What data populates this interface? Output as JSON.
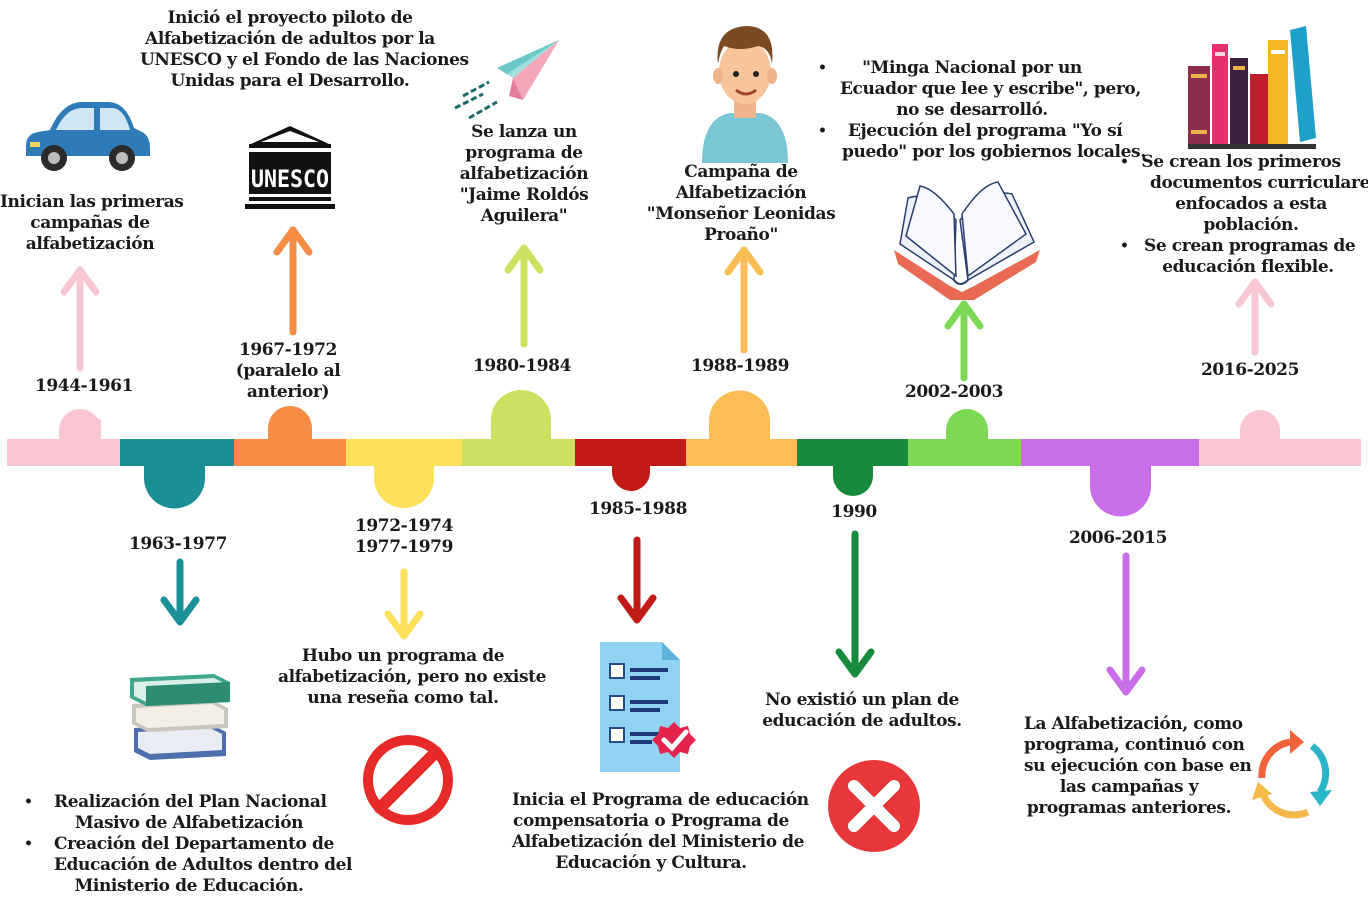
{
  "events": [
    {
      "id": "e1",
      "years": [
        "1944-1961"
      ],
      "color": "#f9c6d3",
      "text": [
        "Inician las primeras",
        "campañas de",
        "alfabetización"
      ],
      "icon": "car-icon"
    },
    {
      "id": "e2",
      "years": [
        "1963-1977"
      ],
      "color": "#1a8f95",
      "bullets": [
        [
          "Realización del Plan Nacional",
          "Masivo de Alfabetización"
        ],
        [
          "Creación del Departamento de",
          "Educación de Adultos dentro del",
          "Ministerio de Educación."
        ]
      ],
      "icon": "books-stack-icon"
    },
    {
      "id": "e3",
      "years": [
        "1967-1972",
        "(paralelo al",
        "anterior)"
      ],
      "color": "#f78d45",
      "text": [
        "Inició el proyecto piloto de",
        "Alfabetización de adultos por la",
        "UNESCO y el Fondo de las Naciones",
        "Unidas para el Desarrollo."
      ],
      "icon": "unesco-logo-icon",
      "logo_text": "UNESCO"
    },
    {
      "id": "e4",
      "years": [
        "1972-1974",
        "1977-1979"
      ],
      "color": "#fde05a",
      "text": [
        "Hubo un programa de",
        "alfabetización, pero no existe",
        "una reseña como tal."
      ],
      "icon": "prohibited-icon"
    },
    {
      "id": "e5",
      "years": [
        "1980-1984"
      ],
      "color": "#cde060",
      "text": [
        "Se lanza un",
        "programa de",
        "alfabetización",
        "\"Jaime Roldós",
        "Aguilera\""
      ],
      "icon": "paper-plane-icon"
    },
    {
      "id": "e6",
      "years": [
        "1985-1988"
      ],
      "color": "#c21a17",
      "text": [
        "Inicia el Programa de educación",
        "compensatoria o Programa de",
        "Alfabetización del Ministerio de",
        "Educación y Cultura."
      ],
      "icon": "checklist-document-icon"
    },
    {
      "id": "e7",
      "years": [
        "1988-1989"
      ],
      "color": "#fcbd57",
      "text": [
        "Campaña de",
        "Alfabetización",
        "\"Monseñor Leonidas",
        "Proaño\""
      ],
      "icon": "person-avatar-icon"
    },
    {
      "id": "e8",
      "years": [
        "1990"
      ],
      "color": "#178a3c",
      "text": [
        "No existió un plan de",
        "educación de  adultos."
      ],
      "icon": "x-cross-icon"
    },
    {
      "id": "e9",
      "years": [
        "2002-2003"
      ],
      "color": "#7dd955",
      "bullets": [
        [
          "\"Minga Nacional por un",
          "Ecuador que lee y escribe\", pero,",
          "no se desarrolló."
        ],
        [
          "Ejecución del programa \"Yo sí",
          "puedo\" por los gobiernos locales."
        ]
      ],
      "icon": "open-book-icon"
    },
    {
      "id": "e10",
      "years": [
        "2006-2015"
      ],
      "color": "#c96ee8",
      "text": [
        "La Alfabetización, como",
        "programa, continuó con",
        "su ejecución con base en",
        "las campañas y",
        "programas anteriores."
      ],
      "icon": "cycle-arrows-icon"
    },
    {
      "id": "e11",
      "years": [
        "2016-2025"
      ],
      "color": "#f9c6d3",
      "bullets": [
        [
          "Se crean los primeros",
          "documentos curriculares",
          "enfocados a esta",
          "población."
        ],
        [
          "Se crean programas de",
          "educación flexible."
        ]
      ],
      "icon": "books-shelf-icon"
    }
  ],
  "bullet_char": "•"
}
